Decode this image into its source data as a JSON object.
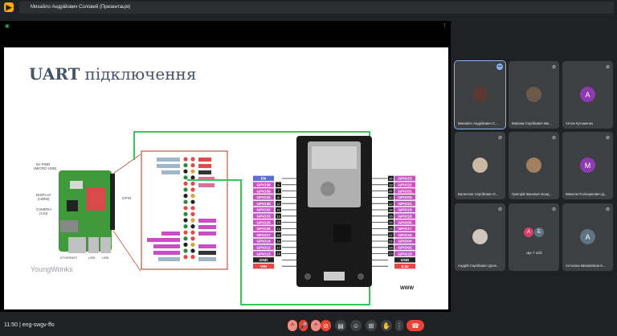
{
  "window": {
    "presentation_title": "Михайло Андрійович Соловей (Презентація)"
  },
  "slide": {
    "title_bold": "UART",
    "title_rest": "підключення",
    "rpi_labels": [
      "5V PWR\n(MICRO USB)",
      "DISPLAY\n(HDMI)",
      "CAMERA\n(CSI)",
      "ETHERNET",
      "USB",
      "USB",
      "GPIO"
    ],
    "rpi_logo": "YoungWonks",
    "esp_left_pins": [
      "EN",
      "GPIO36",
      "GPIO39",
      "GPIO34",
      "GPIO35",
      "GPIO32",
      "GPIO33",
      "GPIO25",
      "GPIO26",
      "GPIO27",
      "GPIO14",
      "GPIO12",
      "GPIO13",
      "GND",
      "VIN"
    ],
    "esp_left_nums": [
      "",
      "6",
      "7",
      "8",
      "10",
      "11",
      "12",
      "13",
      "14",
      "15",
      "16",
      "17",
      "18",
      "",
      ""
    ],
    "esp_right_pins": [
      "GPIO23",
      "GPIO22",
      "GPIO01",
      "GPIO03",
      "GPIO21",
      "GPIO19",
      "GPIO18",
      "GPIO05",
      "GPIO17",
      "GPIO16",
      "GPIO04",
      "GPIO02",
      "GPIO15",
      "GND",
      "3.3v"
    ],
    "esp_right_nums": [
      "36",
      "39",
      "41",
      "40",
      "42",
      "38",
      "35",
      "34",
      "28",
      "27",
      "26",
      "24",
      "23",
      "",
      ""
    ],
    "www": "WWW"
  },
  "participants": [
    {
      "name": "Михайло Андрійович С...",
      "initial": "",
      "avatar_color": "#5a3a30",
      "photo": true,
      "active": true
    },
    {
      "name": "Максим Сергійович Ми...",
      "initial": "",
      "avatar_color": "#6b5a4a",
      "photo": true
    },
    {
      "name": "Антон Кутьменко",
      "initial": "А",
      "avatar_color": "#8e3bb0"
    },
    {
      "name": "Валентин Сергійович Л...",
      "initial": "",
      "avatar_color": "#c9b9a5",
      "photo": true
    },
    {
      "name": "Григорій Іванович Бонд...",
      "initial": "",
      "avatar_color": "#a08060",
      "photo": true
    },
    {
      "name": "Микола Поліхарпович Д...",
      "initial": "М",
      "avatar_color": "#8e3bb0"
    },
    {
      "name": "Андрій Сергійович Доле...",
      "initial": "",
      "avatar_color": "#d0c8c0",
      "photo": true
    },
    {
      "name": "Ще 7 осіб",
      "initial": "",
      "avatar_color": "#3c4043",
      "group": [
        "А",
        "Б"
      ]
    },
    {
      "name": "Антоніна Михайлівна К...",
      "initial": "А",
      "avatar_color": "#5f7382"
    }
  ],
  "bottom": {
    "time": "11:50",
    "meeting_code": "eng-swgv-ffo"
  },
  "colors": {
    "accent_green": "#34a853",
    "hangup": "#ea4335",
    "active_outline": "#8ab4f8"
  }
}
